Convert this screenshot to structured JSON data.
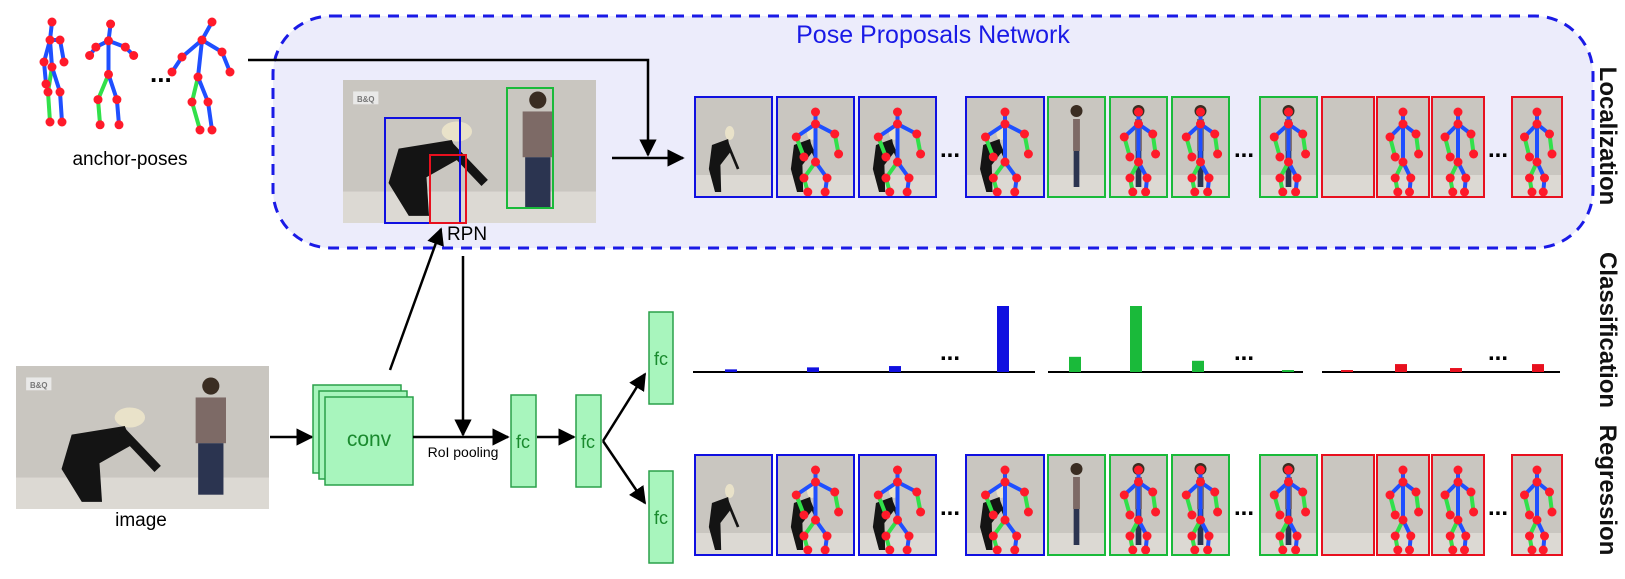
{
  "title": "Pose Proposals Network",
  "labels": {
    "anchor_poses": "anchor-poses",
    "rpn": "RPN",
    "image": "image",
    "conv": "conv",
    "roi_pooling": "RoI pooling",
    "fc": "fc",
    "ellipsis": "...",
    "store_logo": "B&Q"
  },
  "side_labels": {
    "localization": "Localization",
    "classification": "Classification",
    "regression": "Regression"
  },
  "colors": {
    "network_fill": "#ececfb",
    "network_border": "#1a1ae6",
    "blue": "#1010e0",
    "green": "#1aba3a",
    "red": "#e8101e",
    "fc_fill": "#a8f5bd",
    "fc_border": "#2aa04a",
    "limb_blue": "#1f4fff",
    "limb_green": "#31e04a",
    "joint_red": "#ff1a2a"
  },
  "classification_scores": {
    "blue": [
      0.04,
      0.07,
      0.09,
      1.0
    ],
    "green": [
      0.23,
      1.0,
      0.17,
      0.03
    ],
    "red": [
      0.03,
      0.12,
      0.06,
      0.12
    ]
  }
}
